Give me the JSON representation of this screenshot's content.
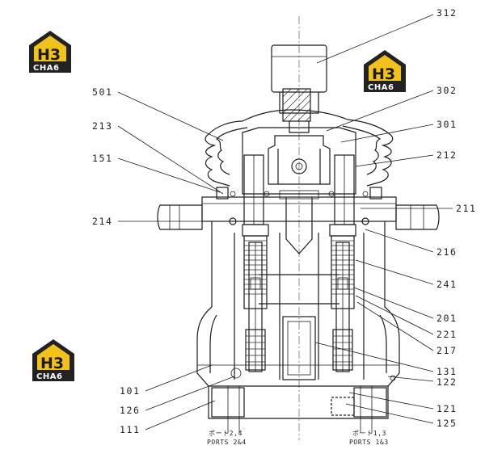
{
  "labels": {
    "l312": "312",
    "l302": "302",
    "l301": "301",
    "l212": "212",
    "l211": "211",
    "l216": "216",
    "l241": "241",
    "l201": "201",
    "l221": "221",
    "l217": "217",
    "l131": "131",
    "l122": "122",
    "l121": "121",
    "l125": "125",
    "l501": "501",
    "l213": "213",
    "l151": "151",
    "l214": "214",
    "l101": "101",
    "l126": "126",
    "l111": "111"
  },
  "ports": {
    "left_jp": "ポート2,4",
    "left_en": "PORTS 2&4",
    "right_jp": "ポート1,3",
    "right_en": "PORTS 1&3"
  },
  "watermark": {
    "letters": "H3",
    "word": "CHA6",
    "colors": {
      "gold": "#f2c21b",
      "dark": "#222222"
    }
  }
}
